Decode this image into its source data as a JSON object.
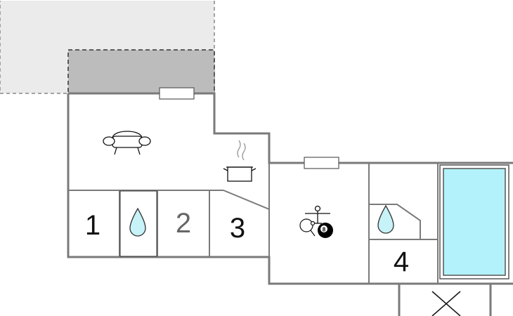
{
  "floor_plan": {
    "rooms": [
      {
        "id": "bedroom-1",
        "label": "1"
      },
      {
        "id": "bedroom-2",
        "label": "2"
      },
      {
        "id": "bedroom-3",
        "label": "3"
      },
      {
        "id": "bedroom-4",
        "label": "4"
      }
    ],
    "icons": [
      "sofa-icon",
      "cooking-pot-icon",
      "bathroom-drop-icon",
      "foosball-icon",
      "table-tennis-icon",
      "billiard-ball-icon",
      "pool-icon",
      "window-icon"
    ],
    "billiard_ball_number": "8",
    "colors": {
      "wall": "#7a7a7a",
      "terrace": "#ebebeb",
      "covered_terrace": "#bcbcbc",
      "pool": "#b3f2fb",
      "water_drop": "#c6f2f8"
    }
  }
}
